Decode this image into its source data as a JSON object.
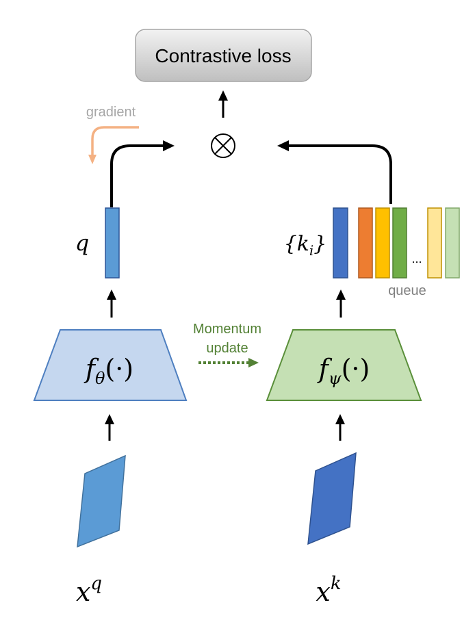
{
  "loss_box": {
    "label": "Contrastive loss"
  },
  "gradient": {
    "label": "gradient",
    "color": "#f4b183"
  },
  "query": {
    "vector_label": "q",
    "encoder_label": "f",
    "encoder_subscript": "θ",
    "encoder_args": "(·)",
    "input_label": "x",
    "input_superscript": "q",
    "colors": {
      "encoder_fill": "#c5d7ef",
      "encoder_stroke": "#4e7fc0",
      "vector": "#5b9bd5",
      "input": "#5b9bd5"
    }
  },
  "key": {
    "vector_label": "{k",
    "vector_label_subscript": "i",
    "vector_label_close": "}",
    "encoder_label": "f",
    "encoder_subscript": "ψ",
    "encoder_args": "(·)",
    "input_label": "x",
    "input_superscript": "k",
    "colors": {
      "encoder_fill": "#c5e0b4",
      "encoder_stroke": "#5a8f3a",
      "vector": "#4472c4",
      "input": "#4472c4"
    }
  },
  "momentum": {
    "line1": "Momentum",
    "line2": "update",
    "color": "#538135"
  },
  "queue": {
    "label": "queue",
    "ellipsis": "...",
    "bar_colors": [
      "#ed7d31",
      "#ffc000",
      "#70ad47",
      "#ffe699",
      "#c5e0b4"
    ]
  },
  "operator": {
    "symbol": "⊗"
  }
}
